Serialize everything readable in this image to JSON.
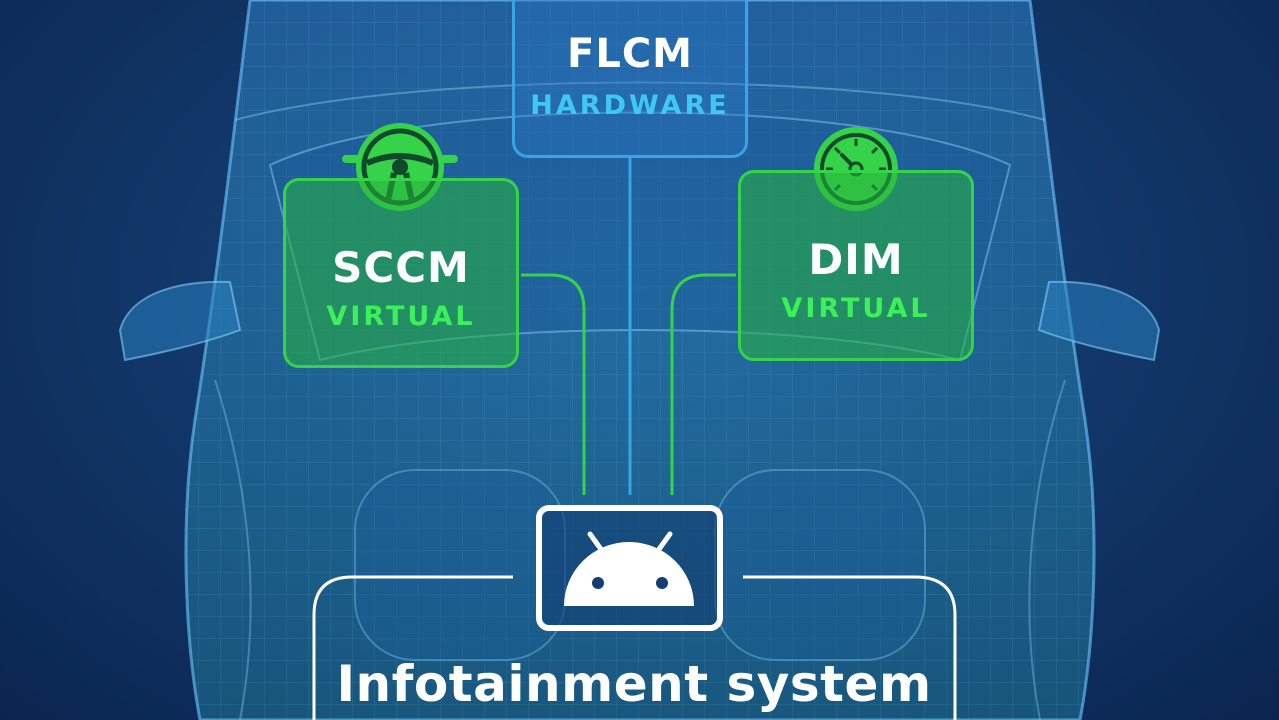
{
  "nodes": {
    "flcm": {
      "title": "FLCM",
      "subtitle": "HARDWARE"
    },
    "sccm": {
      "title": "SCCM",
      "subtitle": "VIRTUAL"
    },
    "dim": {
      "title": "DIM",
      "subtitle": "VIRTUAL"
    },
    "infotainment": {
      "title": "Infotainment system"
    }
  },
  "icons": {
    "sccm": "steering-wheel-icon",
    "dim": "speedometer-icon",
    "infotainment": "android-icon"
  },
  "colors": {
    "background": "#123a6c",
    "hardware_accent": "#3aa3e6",
    "hardware_label": "#40c8f5",
    "virtual_accent": "#35d24a",
    "virtual_label": "#3cf05a",
    "frame": "#ffffff"
  }
}
